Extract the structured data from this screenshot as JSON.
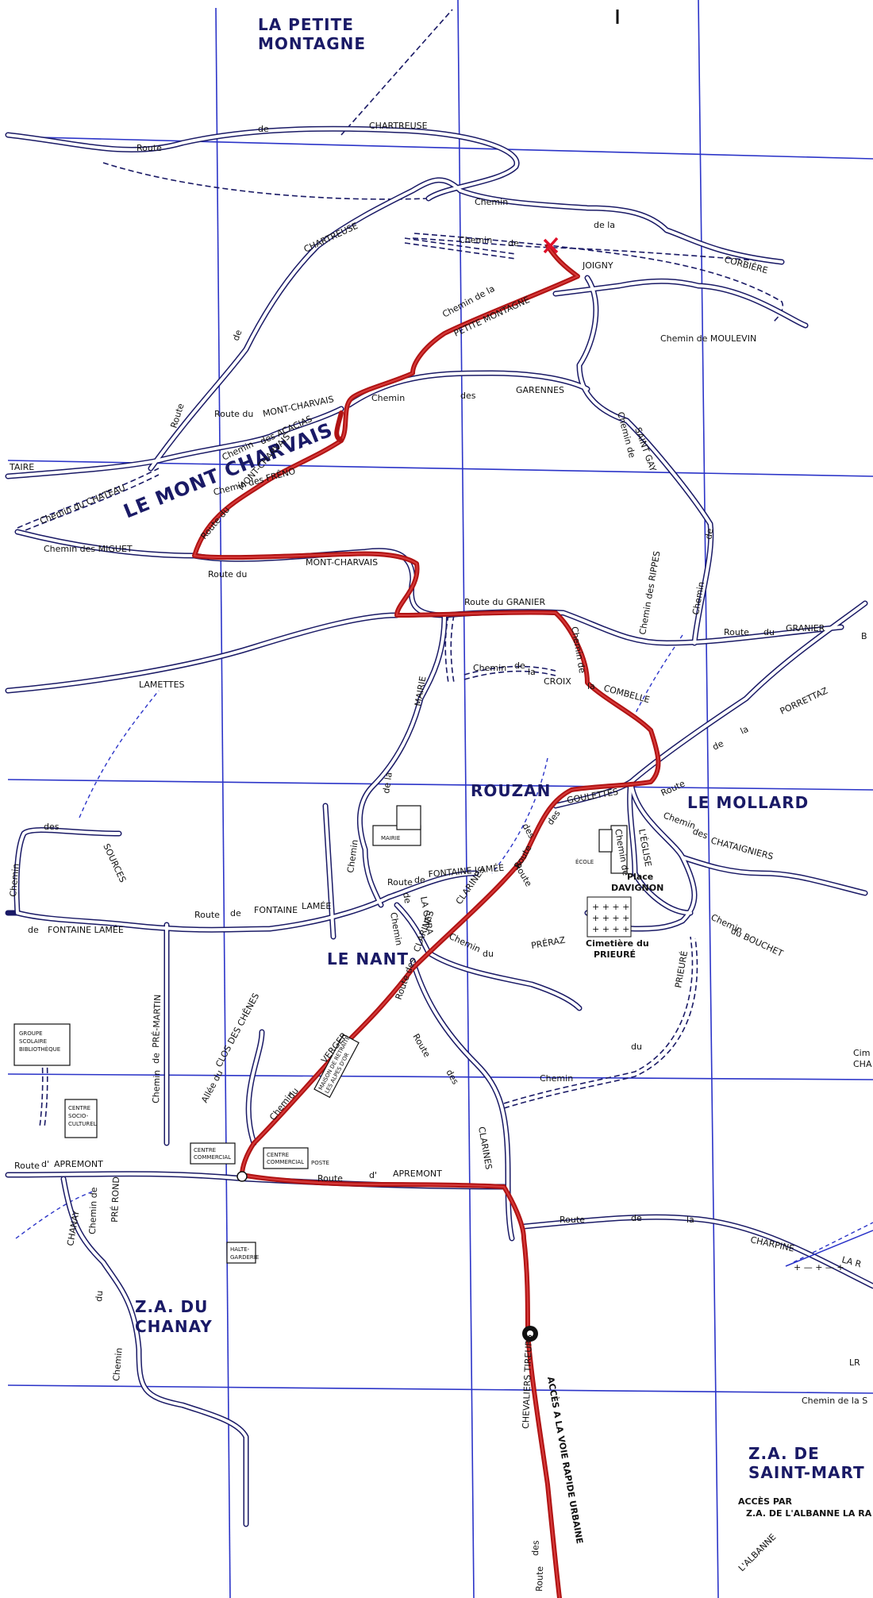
{
  "map": {
    "places": {
      "la_petite_montagne": [
        "LA PETITE",
        "MONTAGNE"
      ],
      "le_mont_charvais": "LE MONT CHARVAIS",
      "rouzan": "ROUZAN",
      "le_mollard": "LE MOLLARD",
      "le_nant": "LE NANT",
      "za_du_chanay": [
        "Z.A. DU",
        "CHANAY"
      ],
      "za_de_saint_martin": [
        "Z.A. DE",
        "SAINT-MART"
      ]
    },
    "roads": {
      "route_de_chartreuse_top": [
        "Route",
        "de",
        "CHARTREUSE"
      ],
      "route_de_chartreuse_left": [
        "CHARTREUSE",
        "de",
        "Route"
      ],
      "chemin_de_la_corbiere": [
        "Chemin",
        "de la",
        "CORBIÈRE"
      ],
      "chemin_de_joigny": [
        "Chemin",
        "de",
        "JOIGNY"
      ],
      "chemin_de_la_petite_montagne": [
        "Chemin de la",
        "PETITE MONTAGNE"
      ],
      "chemin_de_moulevin": "Chemin de MOULEVIN",
      "chemin_des_garennes": [
        "Chemin",
        "des",
        "GARENNES"
      ],
      "chemin_de_saint_gay": [
        "Chemin de",
        "SAINT GAY"
      ],
      "route_du_mont_charvais_1": [
        "Route du",
        "MONT-CHARVAIS"
      ],
      "route_du_mont_charvais_2": [
        "Route du",
        "MONT-CHARVAIS"
      ],
      "route_du_mont_charvais_3": [
        "Route du",
        "MONT-CHARVAIS"
      ],
      "chemin_des_acacias": [
        "Chemin",
        "des ACACIAS"
      ],
      "chemin_des_freno": "Chemin des FRÊNO",
      "chemin_du_chateau": "Chemin du CHATEAU",
      "taire": "TAIRE",
      "chemin_des_miguet": "Chemin des MIGUET",
      "route_du_granier": "Route du GRANIER",
      "route_du_granier_east": [
        "Route",
        "du",
        "GRANIER"
      ],
      "chemin_des_rippes": "Chemin des RIPPES",
      "chemin_right": "Chemin",
      "de": "de",
      "lamettes": "LAMETTES",
      "chemin_de_la_croix": [
        "Chemin",
        "de",
        "la",
        "CROIX"
      ],
      "chemin_de_la_combelle": [
        "Chemin de",
        "la",
        "COMBELLE"
      ],
      "chemin_de_la_mairie": [
        "Chemin",
        "de la",
        "MAIRIE"
      ],
      "route_de_la_porrettaz": [
        "Route",
        "de",
        "la",
        "PORRETTAZ"
      ],
      "route_des_goulettes": [
        "Route",
        "des",
        "GOULETTES"
      ],
      "chemin_des_chataigniers": [
        "Chemin",
        "des",
        "CHATAIGNIERS"
      ],
      "chemin_de_l_eglise": [
        "Chemin de",
        "L'ÉGLISE"
      ],
      "place_davignon": [
        "Place",
        "DAVIGNON"
      ],
      "chemin_des_sources": [
        "des",
        "SOURCES"
      ],
      "chemin_left": "Chemin",
      "route_de_fontaine_lamee": [
        "Route",
        "de",
        "FONTAINE",
        "LAMÉE"
      ],
      "route_de_fontaine_lamee_2": [
        "Route",
        "de",
        "FONTAINE LAMÉE"
      ],
      "de_fontaine_lamee_left": [
        "de",
        "FONTAINE LAMÉE"
      ],
      "chemin_de_la_gura": [
        "Chemin",
        "de",
        "LA GURA"
      ],
      "route_des_clarines": [
        "Route",
        "des",
        "CLARINES"
      ],
      "chemin_du_preraz": [
        "Chemin",
        "du",
        "PRÉRAZ"
      ],
      "route_des_clarines_2": [
        "Route des",
        "CLARINES"
      ],
      "route_des_clarines_3": [
        "Route",
        "des",
        "CLARINES"
      ],
      "chemin_du_bouchet": [
        "Chemin",
        "du BOUCHET"
      ],
      "cimetiere": [
        "Cimetière du",
        "PRIEURÉ"
      ],
      "chemin_du_prieure": [
        "Chemin",
        "du",
        "PRIEURÉ"
      ],
      "chemin_du_verger": [
        "Chemin",
        "du",
        "VERGER"
      ],
      "allee_du_clos_des_chenes": [
        "Allée du",
        "CLOS DES CHÊNES"
      ],
      "chemin_de_pre_martin": [
        "Chemin",
        "de",
        "PRÉ-MARTIN"
      ],
      "route_d_apremont_left": [
        "Route",
        "d'",
        "APREMONT"
      ],
      "route_d_apremont": [
        "Route",
        "d'",
        "APREMONT"
      ],
      "chemin_de_pre_rond": [
        "Chemin de",
        "PRÉ ROND"
      ],
      "chanay": "CHANAY",
      "chemin_du_chanay": [
        "du",
        "Chemin"
      ],
      "route_de_la_charpine": [
        "Route",
        "de",
        "la",
        "CHARPINE"
      ],
      "la_r": "LA R",
      "chemin_de_la_s": "Chemin de la S",
      "chevaliers_tireurs": [
        "Route",
        "des",
        "CHEVALIERS TIREURS"
      ],
      "acces_voie_rapide": "ACCÈS A LA VOIE RAPIDE URBAINE",
      "acces_par": [
        "ACCÈS PAR",
        "Z.A. DE L'ALBANNE LA RA"
      ],
      "l_albanne": "L'ALBANNE",
      "b": "B",
      "cim_right": [
        "Cim",
        "CHA"
      ],
      "lr": "LR"
    },
    "buildings": {
      "mairie": "MAIRIE",
      "ecole": "ÉCOLE",
      "groupe_scolaire": [
        "GROUPE",
        "SCOLAIRE",
        "BIBLIOTHÈQUE"
      ],
      "centre_socio": [
        "CENTRE",
        "SOCIO-",
        "CULTUREL"
      ],
      "centre_commercial_1": [
        "CENTRE",
        "COMMERCIAL"
      ],
      "centre_commercial_2": [
        "CENTRE",
        "COMMERCIAL"
      ],
      "poste": "POSTE",
      "maison_de_retraite": [
        "MAISON DE RETRAITE",
        "LES ALPES D'OR"
      ],
      "halte_garderie": [
        "HALTE-",
        "GARDERIE"
      ]
    },
    "colors": {
      "grid": "#2b34c8",
      "road": "#1a1a66",
      "route_highlight": "#b01313",
      "marker": "#e0102a"
    }
  }
}
